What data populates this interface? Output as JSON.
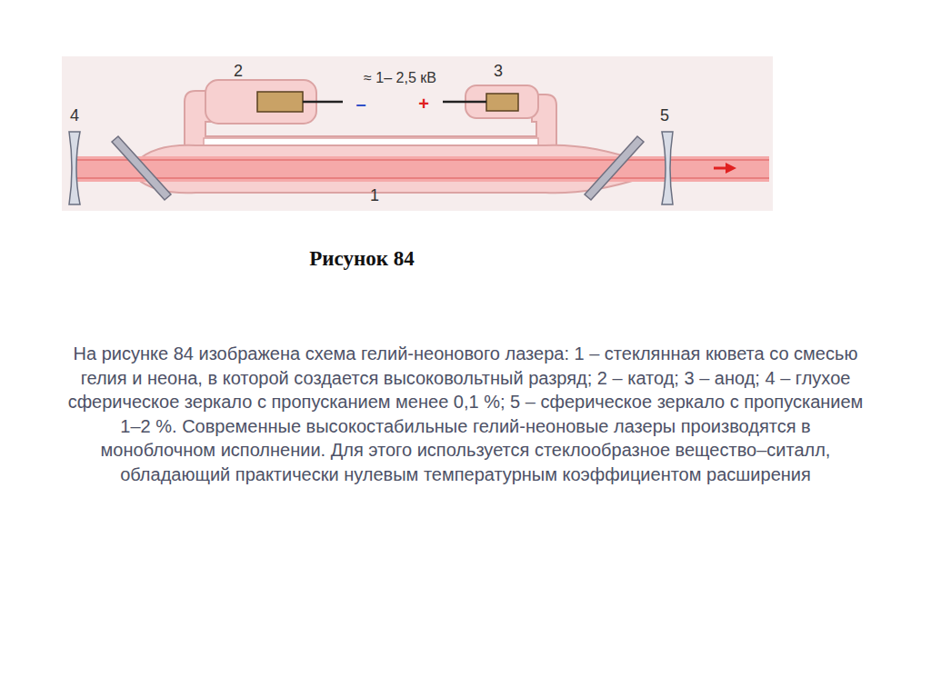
{
  "diagram": {
    "caption": "Рисунок 84",
    "labels": [
      "2",
      "≈ 1– 2,5 кВ",
      "–",
      "+",
      "3",
      "4",
      "5",
      "1",
      "На рисунке 84 изображена схема гелий-неонового лазера: 1 – стеклянная кювета со смесью гелия и неона, в которой создается высоковольтный разряд; 2 – катод; 3 – анод; 4 – глухое сферическое зеркало с пропусканием менее 0,1 %; 5 – сферическое зеркало с пропусканием 1–2 %. Современные высокостабильные гелий-неоновые лазеры производятся в моноблочном исполнении. Для этого используется стеклообразное вещество–ситалл, обладающий практически нулевым температурным коэффициентом расширения"
    ]
  }
}
